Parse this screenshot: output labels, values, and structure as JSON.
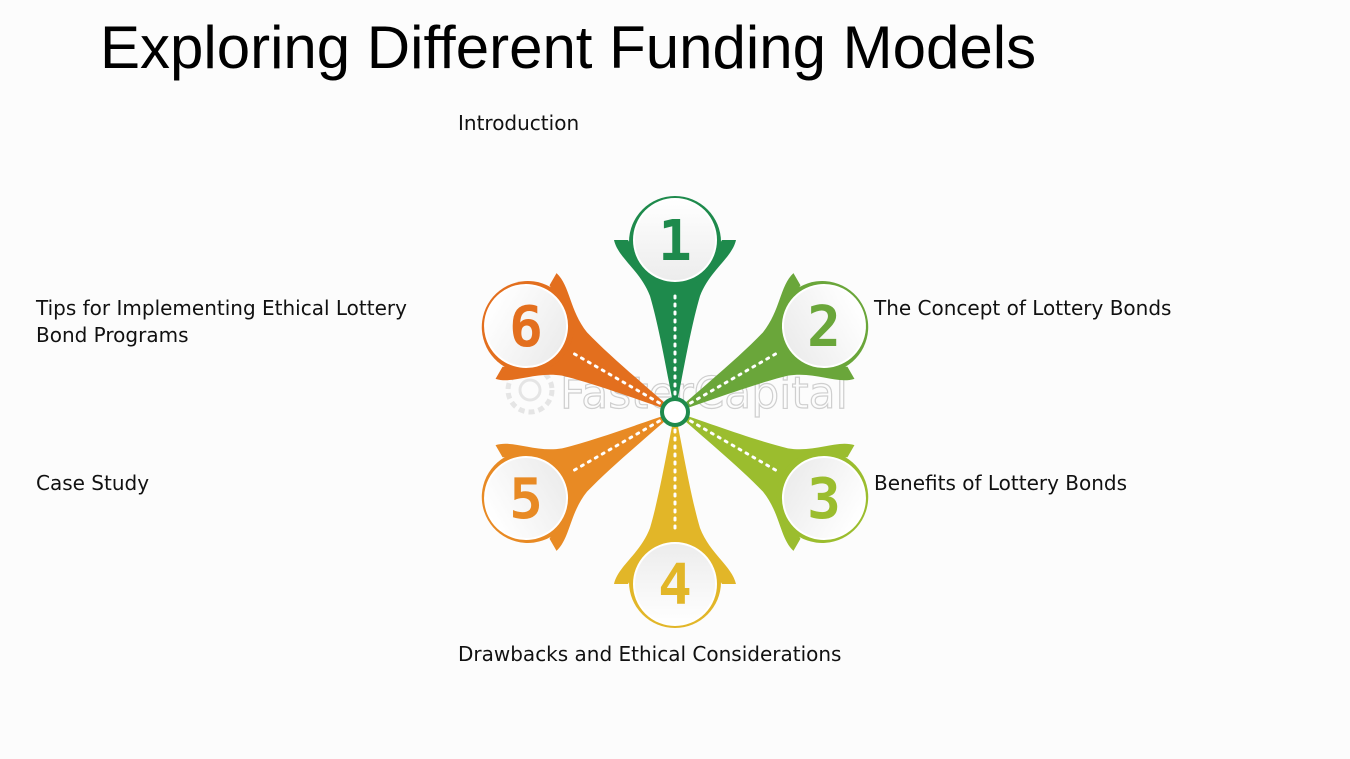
{
  "title": "Exploring Different Funding Models",
  "watermark": "FasterCapital",
  "steps": [
    {
      "number": "1",
      "label": "Introduction",
      "color": "#1e8a4c"
    },
    {
      "number": "2",
      "label": "The Concept of Lottery Bonds",
      "color": "#6aa63a"
    },
    {
      "number": "3",
      "label": "Benefits of Lottery Bonds",
      "color": "#9bbd2e"
    },
    {
      "number": "4",
      "label": "Drawbacks and Ethical Considerations",
      "color": "#e2b628"
    },
    {
      "number": "5",
      "label": "Case Study",
      "color": "#e88a24"
    },
    {
      "number": "6",
      "label": "Tips for Implementing Ethical Lottery Bond Programs",
      "color": "#e36f1e"
    }
  ]
}
